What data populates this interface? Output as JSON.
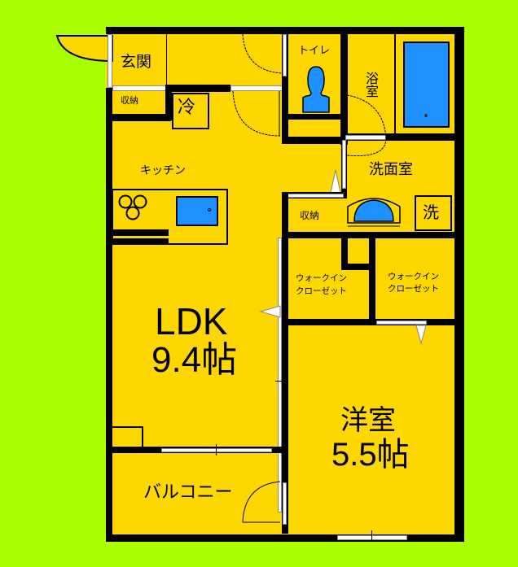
{
  "floorplan": {
    "colors": {
      "background": "#aaff00",
      "floor": "#ffd700",
      "wall": "#000000",
      "fixture": "#1e90ff",
      "window": "#ffffff"
    },
    "rooms": {
      "entrance": "玄関",
      "storage_entrance": "収納",
      "fridge": "冷",
      "toilet": "トイレ",
      "bath": "浴室",
      "kitchen": "キッチン",
      "washroom": "洗面室",
      "storage_wash": "収納",
      "washer": "洗",
      "walkin_left_line1": "ウォークイン",
      "walkin_left_line2": "クローゼット",
      "walkin_right_line1": "ウォークイン",
      "walkin_right_line2": "クローゼット",
      "ldk_name": "LDK",
      "ldk_size": "9.4帖",
      "western_name": "洋室",
      "western_size": "5.5帖",
      "balcony": "バルコニー"
    }
  }
}
